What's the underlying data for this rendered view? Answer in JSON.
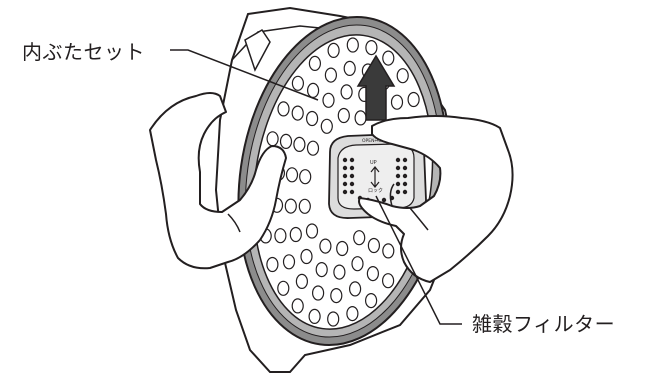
{
  "labels": {
    "inner_lid_set": "内ぶたセット",
    "steam_filter": "雑穀フィルター"
  },
  "filter_markings": {
    "top_text": "OPEN⇔CLOSE",
    "up_word": "UP",
    "lock_word": "ロック"
  },
  "colors": {
    "line": "#231f20",
    "gasket_gray": "#8c8c8c",
    "filter_shade": "#dcdcdc",
    "arrow_fill": "#3a3a3a",
    "background": "#ffffff"
  },
  "icons": [
    "upward-arrow-icon"
  ]
}
